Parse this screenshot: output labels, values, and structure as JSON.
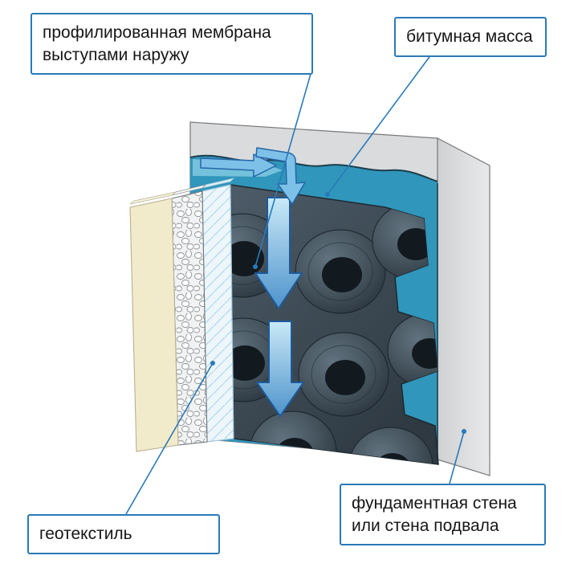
{
  "labels": {
    "membrane": {
      "line1": "профилированная мембрана",
      "line2": "выступами наружу"
    },
    "bitumen": {
      "text": "битумная масса"
    },
    "geotextile": {
      "text": "геотекстиль"
    },
    "wall": {
      "line1": "фундаментная стена",
      "line2": "или стена подвала"
    }
  },
  "colors": {
    "callout_border": "#2a7ab8",
    "leader_line": "#2a7ab8",
    "bitumen_blue": "#3096bb",
    "membrane_dark": "#3a4751",
    "wall_gray": "#d9dbdc",
    "insulation_cream": "#f2ebcb",
    "arrow_fill_light": "#c9e9f7",
    "arrow_fill_dark": "#4e93cb",
    "arrow_outline": "#1d5a9b"
  }
}
